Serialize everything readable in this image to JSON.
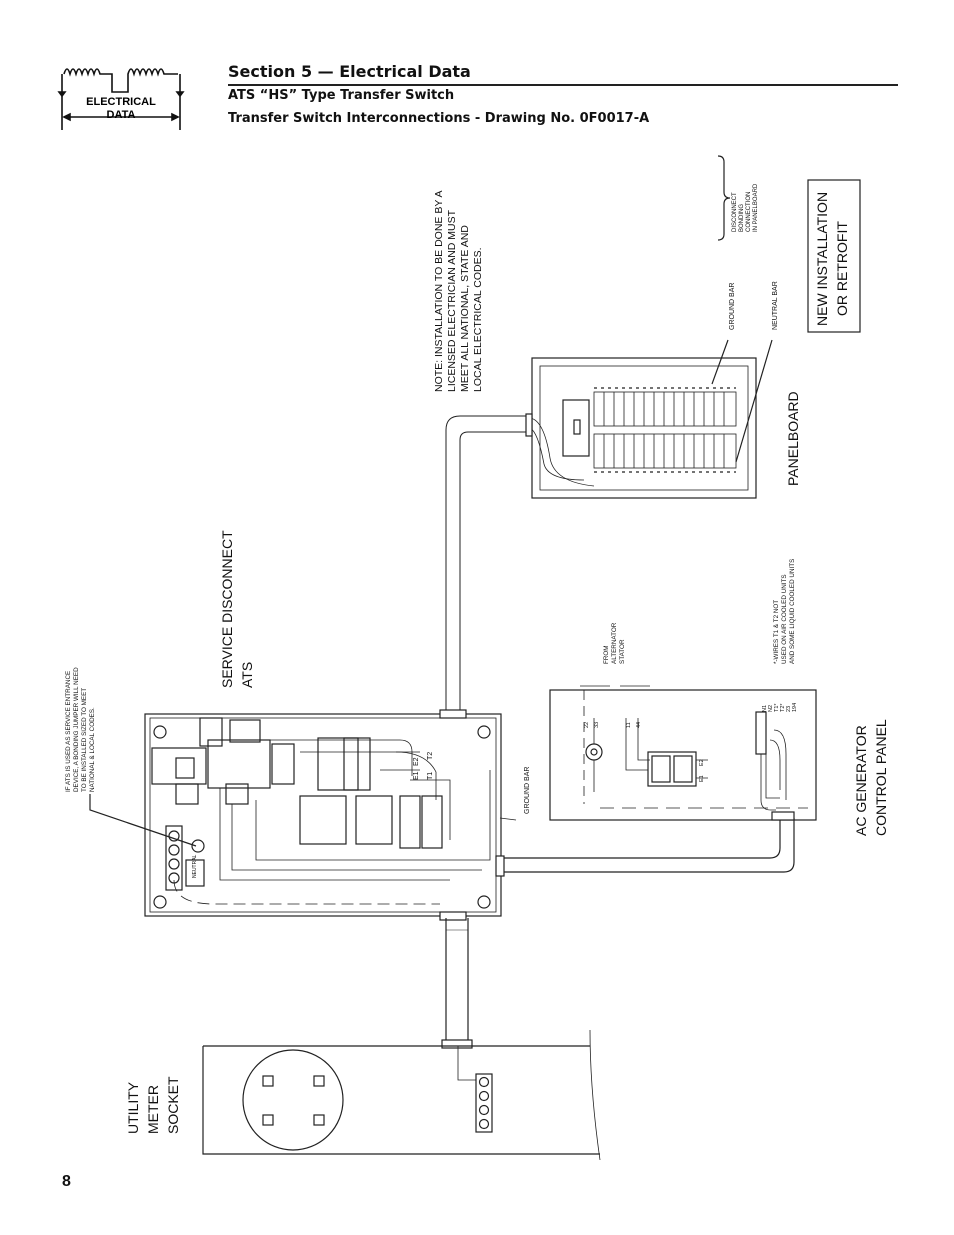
{
  "header": {
    "logo_text_line1": "ELECTRICAL",
    "logo_text_line2": "DATA",
    "section_title": "Section 5 — Electrical Data",
    "subtitle": "ATS “HS” Type Transfer Switch",
    "drawing_title": "Transfer Switch Interconnections - Drawing No. 0F0017-A"
  },
  "labels": {
    "note_line1": "NOTE: INSTALLATION TO BE DONE BY A",
    "note_line2": "LICENSED ELECTRICIAN AND MUST",
    "note_line3": "MEET ALL NATIONAL, STATE AND",
    "note_line4": "LOCAL ELECTRICAL CODES.",
    "new_install_line1": "NEW INSTALLATION",
    "new_install_line2": "OR RETROFIT",
    "panelboard": "PANELBOARD",
    "ground_bar_top": "GROUND BAR",
    "neutral_bar": "NEUTRAL BAR",
    "disconnect_line1": "DISCONNECT",
    "disconnect_line2": "BONDING",
    "disconnect_line3": "CONNECTION",
    "disconnect_line4": "IN PANELBOARD",
    "service_disconnect_line1": "SERVICE DISCONNECT",
    "service_disconnect_line2": "ATS",
    "ats_note_line1": "IF ATS IS USED AS SERVICE ENTRANCE",
    "ats_note_line2": "DEVICE, A BONDING JUMPER WILL NEED",
    "ats_note_line3": "TO BE INSTALLED SIZED TO MEET",
    "ats_note_line4": "NATIONAL & LOCAL CODES.",
    "ground_bar_ats": "GROUND BAR",
    "from_alt_line1": "FROM",
    "from_alt_line2": "ALTERNATOR",
    "from_alt_line3": "STATOR",
    "wires_note_line1": "*-WIRES T1 & T2 NOT",
    "wires_note_line2": "USED ON AIR COOLED UNITS",
    "wires_note_line3": "AND SOME LIQUID COOLED UNITS",
    "ac_gen_line1": "AC GENERATOR",
    "ac_gen_line2": "CONTROL PANEL",
    "utility_line1": "UTILITY",
    "utility_line2": "METER",
    "utility_line3": "SOCKET",
    "t22": "22",
    "t33": "33",
    "t11": "11",
    "t44": "44",
    "e1": "E1",
    "e2": "E2",
    "t1": "T1",
    "t2": "T2",
    "term_n1": "N1",
    "term_n2": "N2",
    "term_t1s": "T1*",
    "term_t2s": "T2*",
    "term_23": "23",
    "term_194": "194",
    "neutral_tag": "NEUTRAL"
  },
  "page_number": "8"
}
